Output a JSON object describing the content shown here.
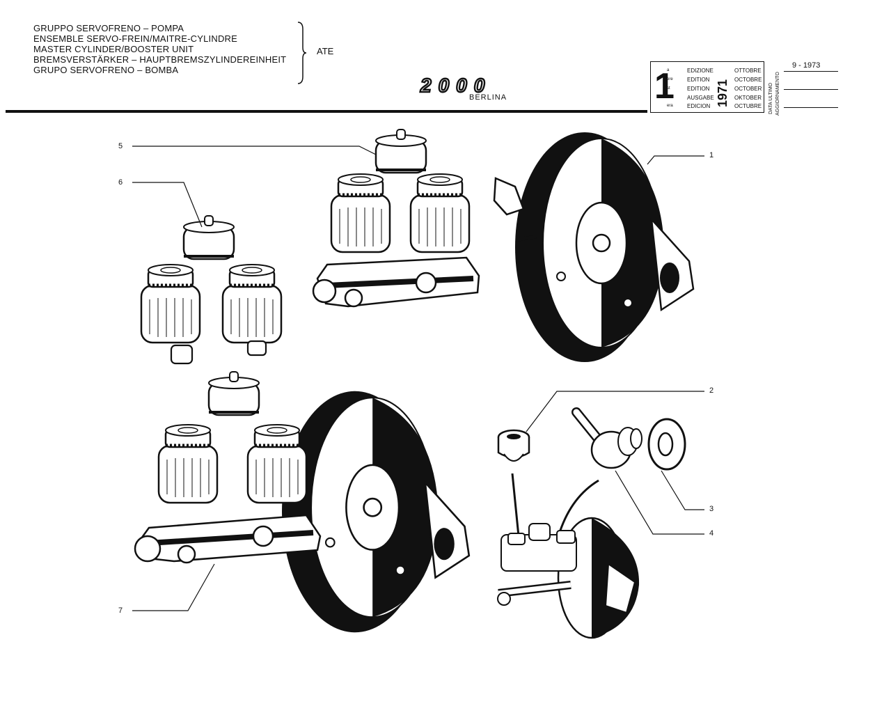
{
  "header": {
    "titles": [
      "GRUPPO SERVOFRENO – POMPA",
      "ENSEMBLE SERVO-FREIN/MAITRE-CYLINDRE",
      "MASTER CYLINDER/BOOSTER UNIT",
      "BREMSVERSTÄRKER – HAUPTBREMSZYLINDEREINHEIT",
      "GRUPO SERVOFRENO – BOMBA"
    ],
    "make": "ATE",
    "model_logo": "2000",
    "model_subtitle": "BERLINA"
  },
  "edition_box": {
    "number": "1",
    "suffixes": [
      "a",
      "ere",
      "st",
      ".",
      "era"
    ],
    "labels": [
      "EDIZIONE",
      "EDITION",
      "EDITION",
      "AUSGABE",
      "EDICION"
    ],
    "year": "1971",
    "months": [
      "OTTOBRE",
      "OCTOBRE",
      "OCTOBER",
      "OKTOBER",
      "OCTUBRE"
    ]
  },
  "update_box": {
    "vertical_label_1": "DATA ULTIMO",
    "vertical_label_2": "AGGIORNAMENTO",
    "date": "9 - 1973"
  },
  "callouts": [
    "1",
    "2",
    "3",
    "4",
    "5",
    "6",
    "7"
  ],
  "colors": {
    "ink": "#111111",
    "paper": "#ffffff"
  }
}
